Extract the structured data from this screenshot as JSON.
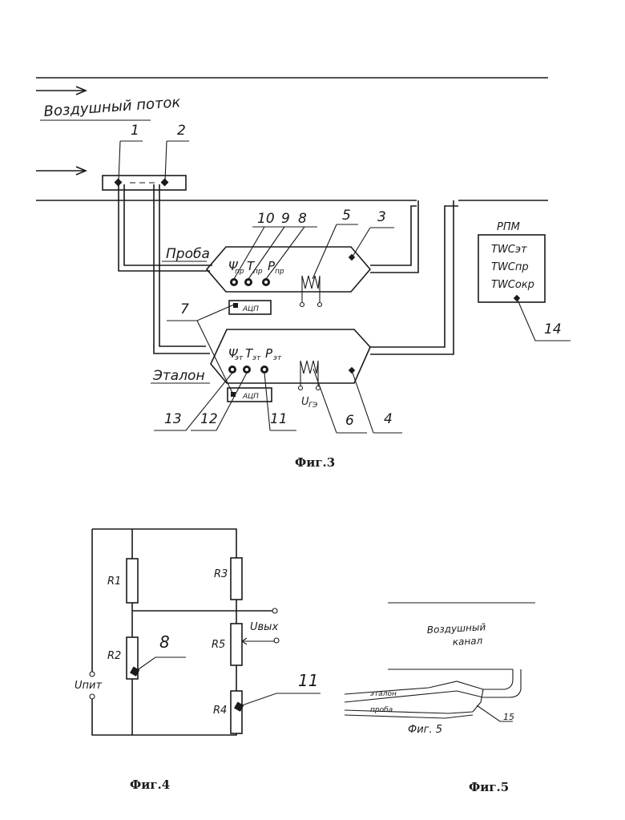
{
  "fig3": {
    "caption": "Фиг.3",
    "airflow_label": "Воздушный поток",
    "numbers": {
      "n1": "1",
      "n2": "2",
      "n3": "3",
      "n4": "4",
      "n5": "5",
      "n6": "6",
      "n7": "7",
      "n8": "8",
      "n9": "9",
      "n10": "10",
      "n11": "11",
      "n12": "12",
      "n13": "13",
      "n14": "14"
    },
    "probe_label": "Проба",
    "etalon_label": "Эталон",
    "adc_label_top": "АЦП",
    "adc_label_bottom": "АЦП",
    "probe_sensors": {
      "psi": "Ψ",
      "psi_sub": "пр",
      "t": "T",
      "t_sub": "пр",
      "p": "P",
      "p_sub": "пр"
    },
    "etalon_sensors": {
      "psi": "Ψ",
      "psi_sub": "эт",
      "t": "T",
      "t_sub": "эт",
      "p": "P",
      "p_sub": "эт"
    },
    "heater_voltage": "U",
    "heater_voltage_sub": "ГЭ",
    "rpm": {
      "title": "РПМ",
      "line1": "TWCэт",
      "line2": "TWCпр",
      "line3": "TWCокр"
    }
  },
  "fig4": {
    "caption": "Фиг.4",
    "r1": "R1",
    "r2": "R2",
    "r3": "R3",
    "r4": "R4",
    "r5": "R5",
    "uout": "Uвых",
    "upit": "Uпит",
    "n8": "8",
    "n11": "11"
  },
  "fig5": {
    "caption": "Фиг.5",
    "channel_line1": "Воздушный",
    "channel_line2": "канал",
    "etalon": "эталон",
    "proba": "проба",
    "fig_label": "Фиг. 5",
    "n15": "15"
  }
}
